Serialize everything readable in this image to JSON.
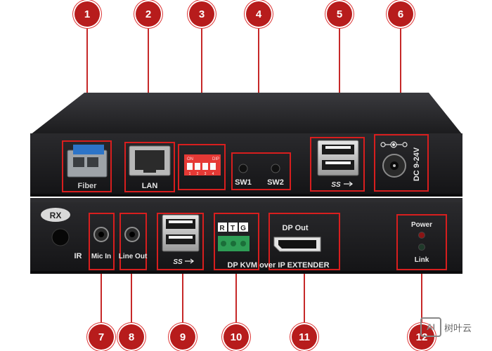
{
  "rear_panel": {
    "fiber_label": "Fiber",
    "lan_label": "LAN",
    "dip_on_label": "ON",
    "dip_brand": "DIP",
    "dip_numbers": [
      "1",
      "2",
      "3",
      "4"
    ],
    "sw1_label": "SW1",
    "sw2_label": "SW2",
    "usb_logo": "SS",
    "dc_label": "DC 9-24V"
  },
  "front_panel": {
    "model_badge": "RX",
    "ir_label": "IR",
    "mic_in_label": "Mic In",
    "line_out_label": "Line Out",
    "usb_logo": "SS",
    "rs232_pins": [
      "R",
      "T",
      "G"
    ],
    "dp_out_label": "DP Out",
    "title": "DP KVM over IP EXTENDER",
    "power_label": "Power",
    "link_label": "Link"
  },
  "callouts": [
    "1",
    "2",
    "3",
    "4",
    "5",
    "6",
    "7",
    "8",
    "9",
    "10",
    "11",
    "12"
  ],
  "watermark": {
    "logo": "AI",
    "text": "树叶云"
  },
  "colors": {
    "callout": "#b71c1c",
    "chassis": "#1c1c1e",
    "highlight": "#d81e1e",
    "dip_red": "#e53935"
  }
}
